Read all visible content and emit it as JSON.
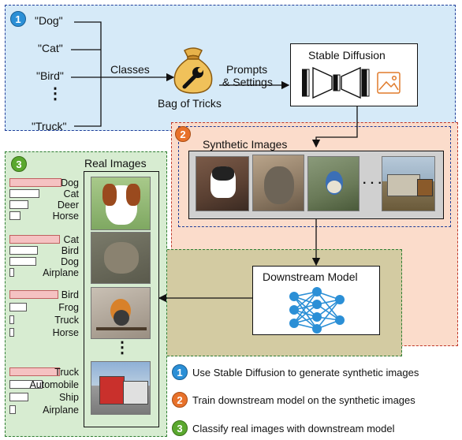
{
  "badges": {
    "one": "1",
    "two": "2",
    "three": "3"
  },
  "classes": {
    "items": [
      "\"Dog\"",
      "\"Cat\"",
      "\"Bird\"",
      "\"Truck\""
    ],
    "ellipsis": "⋮"
  },
  "arrows": {
    "classes_label": "Classes",
    "prompts_label_1": "Prompts",
    "prompts_label_2": "& Settings"
  },
  "bag": {
    "label": "Bag of Tricks",
    "icon": "wrench-icon"
  },
  "stable_diffusion": {
    "title": "Stable Diffusion"
  },
  "synthetic": {
    "title": "Synthetic Images",
    "ellipsis": "· · ·"
  },
  "downstream": {
    "title": "Downstream Model"
  },
  "real": {
    "title": "Real Images",
    "ellipsis": "⋮",
    "groups": [
      {
        "labels": [
          "Dog",
          "Cat",
          "Deer",
          "Horse"
        ],
        "scores": [
          0.82,
          0.48,
          0.3,
          0.18
        ]
      },
      {
        "labels": [
          "Cat",
          "Bird",
          "Dog",
          "Airplane"
        ],
        "scores": [
          0.8,
          0.45,
          0.42,
          0.08
        ]
      },
      {
        "labels": [
          "Bird",
          "Frog",
          "Truck",
          "Horse"
        ],
        "scores": [
          0.78,
          0.28,
          0.08,
          0.06
        ]
      },
      {
        "labels": [
          "Truck",
          "Automobile",
          "Ship",
          "Airplane"
        ],
        "scores": [
          0.8,
          0.52,
          0.3,
          0.1
        ]
      }
    ]
  },
  "legend": {
    "step1": "Use Stable Diffusion to generate synthetic images",
    "step2": "Train downstream model on the synthetic images",
    "step3": "Classify real images with downstream model"
  },
  "colors": {
    "blue_region": "#d6eaf8",
    "orange_region": "#fbdccb",
    "green_region": "#d7ecd1",
    "olive_region": "#d3cba2",
    "bar_top": "#f5c2c2"
  }
}
